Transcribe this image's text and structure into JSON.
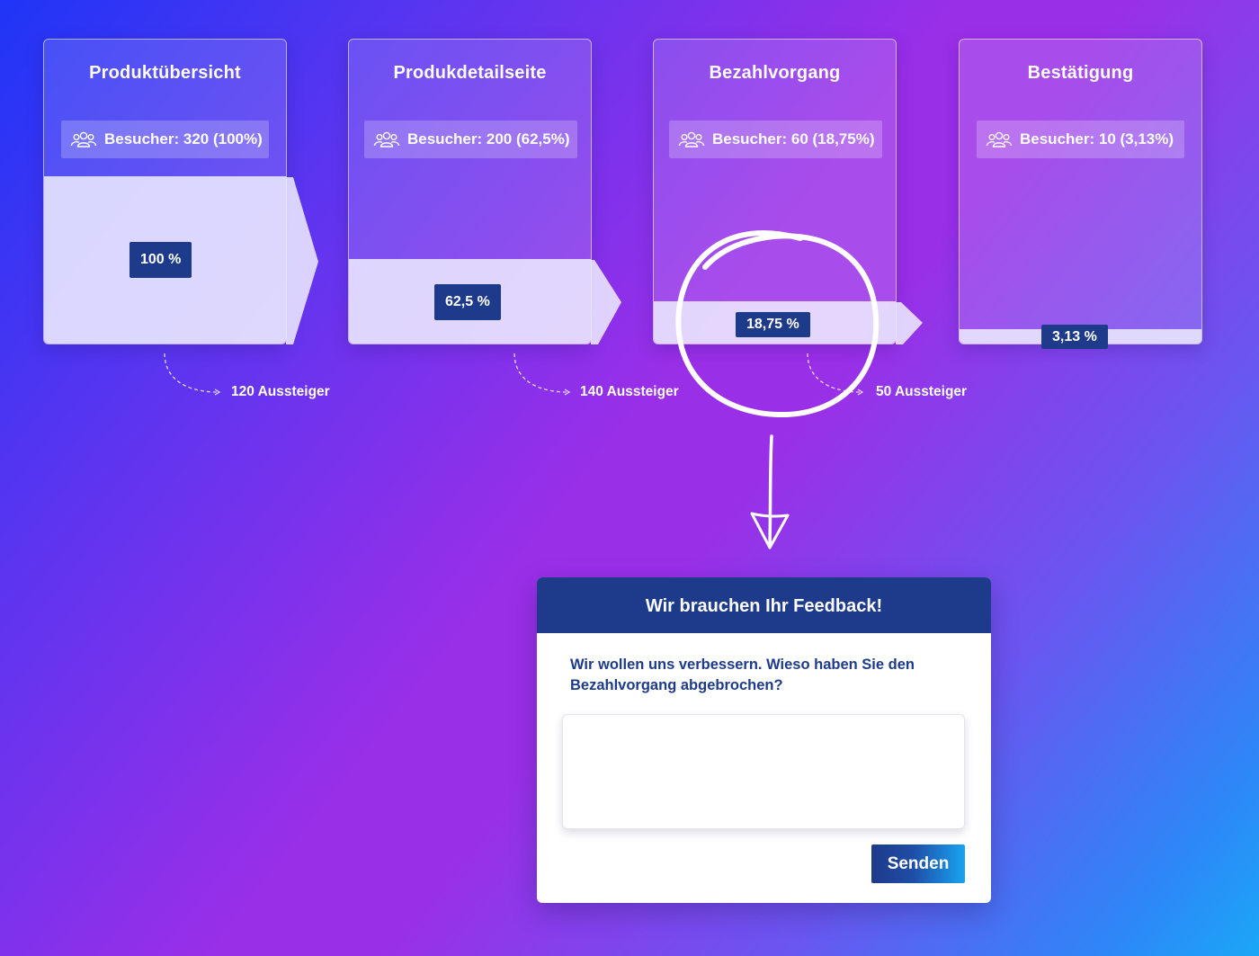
{
  "funnel": {
    "stages": [
      {
        "title": "Produktübersicht",
        "visitors": "Besucher: 320 (100%)",
        "percent_label": "100 %",
        "share": 1.0
      },
      {
        "title": "Produkdetailseite",
        "visitors": "Besucher: 200 (62,5%)",
        "percent_label": "62,5 %",
        "share": 0.625
      },
      {
        "title": "Bezahlvorgang",
        "visitors": "Besucher: 60 (18,75%)",
        "percent_label": "18,75 %",
        "share": 0.1875
      },
      {
        "title": "Bestätigung",
        "visitors": "Besucher: 10 (3,13%)",
        "percent_label": "3,13 %",
        "share": 0.0313
      }
    ],
    "dropouts": [
      "120 Aussteiger",
      "140 Aussteiger",
      "50 Aussteiger"
    ],
    "highlighted_stage": "Bezahlvorgang",
    "icons": {
      "visitors": "users-group-icon"
    }
  },
  "feedback": {
    "title": "Wir brauchen Ihr Feedback!",
    "question": "Wir wollen uns verbessern. Wieso haben Sie den Bezahlvorgang abgebrochen?",
    "input_value": "",
    "submit_label": "Senden"
  },
  "colors": {
    "navy": "#1e3a8a",
    "button_gradient_end": "#1aa3f2"
  }
}
